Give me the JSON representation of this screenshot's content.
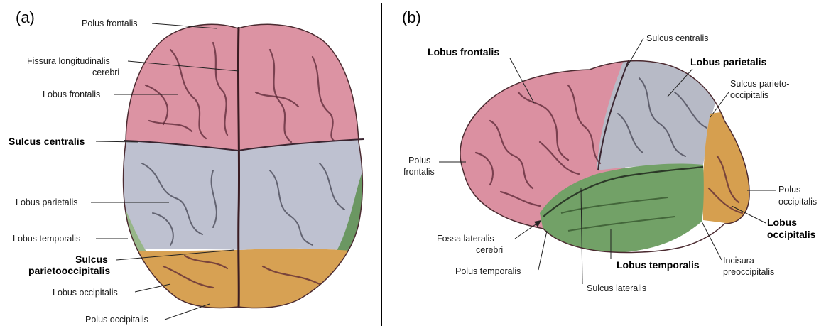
{
  "panel_a": {
    "tag": "(a)",
    "labels": {
      "polus_frontalis": "Polus frontalis",
      "fissura_1": "Fissura longitudinalis",
      "fissura_2": "cerebri",
      "lobus_frontalis": "Lobus frontalis",
      "sulcus_centralis": "Sulcus centralis",
      "lobus_parietalis": "Lobus parietalis",
      "lobus_temporalis": "Lobus temporalis",
      "sulcus_po_1": "Sulcus",
      "sulcus_po_2": "parietooccipitalis",
      "lobus_occipitalis": "Lobus occipitalis",
      "polus_occipitalis": "Polus occipitalis"
    }
  },
  "panel_b": {
    "tag": "(b)",
    "labels": {
      "lobus_frontalis": "Lobus frontalis",
      "sulcus_centralis": "Sulcus centralis",
      "lobus_parietalis": "Lobus parietalis",
      "sulcus_po_1": "Sulcus parieto-",
      "sulcus_po_2": "occipitalis",
      "polus_frontalis_1": "Polus",
      "polus_frontalis_2": "frontalis",
      "polus_occipitalis_1": "Polus",
      "polus_occipitalis_2": "occipitalis",
      "lobus_occipitalis_1": "Lobus",
      "lobus_occipitalis_2": "occipitalis",
      "fossa_1": "Fossa lateralis",
      "fossa_2": "cerebri",
      "polus_temporalis": "Polus temporalis",
      "lobus_temporalis": "Lobus temporalis",
      "incisura_1": "Incisura",
      "incisura_2": "preoccipitalis",
      "sulcus_lateralis": "Sulcus lateralis"
    }
  },
  "colors": {
    "frontal": "#d98a9c",
    "parietal": "#b8bccb",
    "temporal": "#6a9c5e",
    "occipital": "#d49a45"
  }
}
